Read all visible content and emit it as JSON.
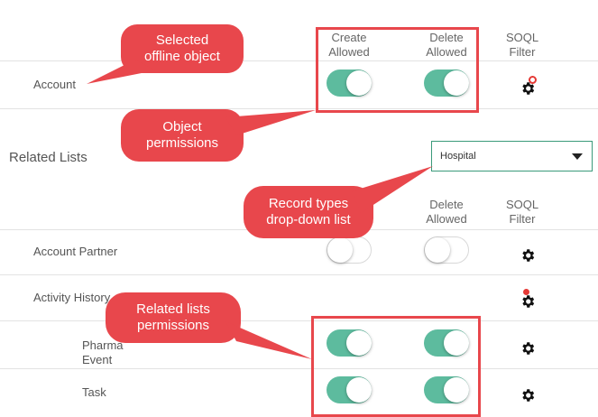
{
  "headers": {
    "create_allowed": "Create\nAllowed",
    "delete_allowed": "Delete\nAllowed",
    "soql_filter": "SOQL\nFilter"
  },
  "object_row": {
    "label": "Account",
    "create": true,
    "delete": true,
    "filter_active": true
  },
  "related_lists": {
    "title": "Related Lists",
    "record_type_select": {
      "selected": "Hospital"
    },
    "headers": {
      "delete_allowed": "Delete\nAllowed",
      "soql_filter": "SOQL\nFilter"
    },
    "rows": [
      {
        "label": "Account Partner",
        "create": false,
        "delete": false,
        "filter_active": false
      },
      {
        "label": "Activity History",
        "filter_active": true
      },
      {
        "label": "Pharma\nEvent",
        "create": true,
        "delete": true,
        "filter_active": false
      },
      {
        "label": "Task",
        "create": true,
        "delete": true,
        "filter_active": false
      }
    ]
  },
  "callouts": {
    "selected_offline_object": "Selected\noffline object",
    "object_permissions": "Object\npermissions",
    "record_types": "Record types\ndrop-down list",
    "related_lists_permissions": "Related lists\npermissions"
  },
  "colors": {
    "toggle_on": "#5dbb9e",
    "callout": "#e8474c",
    "select_border": "#3a9a7a"
  }
}
